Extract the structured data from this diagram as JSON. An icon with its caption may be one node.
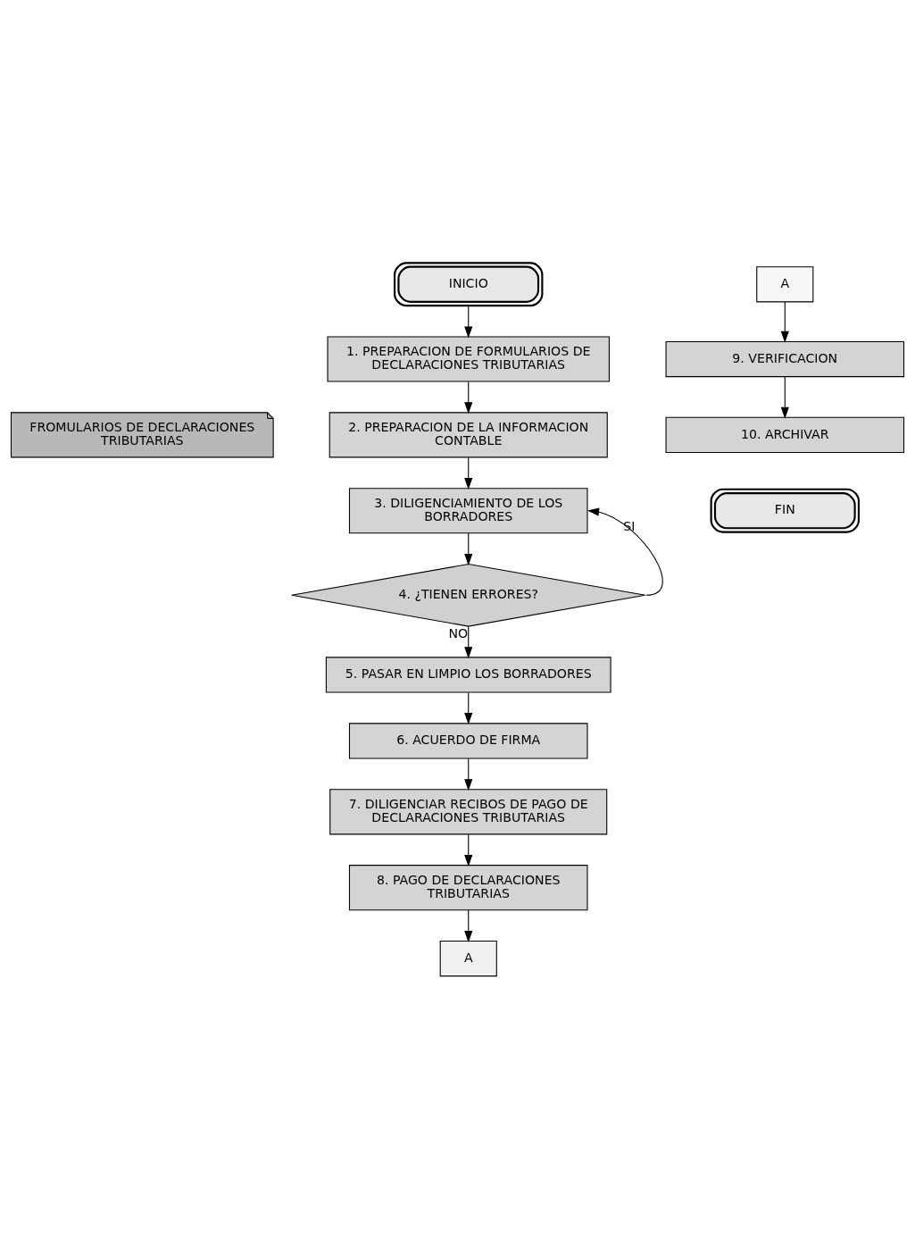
{
  "diagram": {
    "nodes": [
      {
        "text": [
          "INICIO"
        ]
      },
      {
        "text": [
          "1. PREPARACION DE FORMULARIOS DE DECLARACIONES TRIBUTARIAS"
        ]
      },
      {
        "text": [
          "FROMULARIOS DE DECLARACIONES TRIBUTARIAS"
        ]
      },
      {
        "text": [
          "2. PREPARACION DE LA INFORMACION CONTABLE"
        ]
      },
      {
        "text": [
          "3. DILIGENCIAMIENTO DE LOS BORRADORES"
        ]
      },
      {
        "text": [
          "4. ¿TIENEN ERRORES?"
        ]
      },
      {
        "text": [
          "5. PASAR EN LIMPIO LOS BORRADORES"
        ]
      },
      {
        "text": [
          "6. ACUERDO DE FIRMA"
        ]
      },
      {
        "text": [
          "7. DILIGENCIAR RECIBOS DE PAGO DE DECLARACIONES TRIBUTARIAS"
        ]
      },
      {
        "text": [
          "8. PAGO DE DECLARACIONES TRIBUTARIAS"
        ]
      },
      {
        "text": [
          "A"
        ]
      },
      {
        "text": [
          "A"
        ]
      },
      {
        "text": [
          "9. VERIFICACION"
        ]
      },
      {
        "text": [
          "10. ARCHIVAR"
        ]
      },
      {
        "text": [
          "FIN"
        ]
      }
    ],
    "edges": [
      {
        "from": 0,
        "to": 1,
        "arrow": "to"
      },
      {
        "from": 1,
        "to": 3,
        "arrow": "to"
      },
      {
        "from": 3,
        "to": 4,
        "arrow": "to"
      },
      {
        "from": 4,
        "to": 5,
        "arrow": "to"
      },
      {
        "from": 5,
        "to": 4,
        "arrow": "to",
        "label": "SI"
      },
      {
        "from": 5,
        "to": 6,
        "arrow": "to",
        "label": "NO"
      },
      {
        "from": 6,
        "to": 7,
        "arrow": "to"
      },
      {
        "from": 7,
        "to": 8,
        "arrow": "to"
      },
      {
        "from": 8,
        "to": 9,
        "arrow": "to"
      },
      {
        "from": 9,
        "to": 10,
        "arrow": "to"
      },
      {
        "from": 11,
        "to": 12,
        "arrow": "to"
      },
      {
        "from": 12,
        "to": 13,
        "arrow": "to"
      }
    ]
  }
}
